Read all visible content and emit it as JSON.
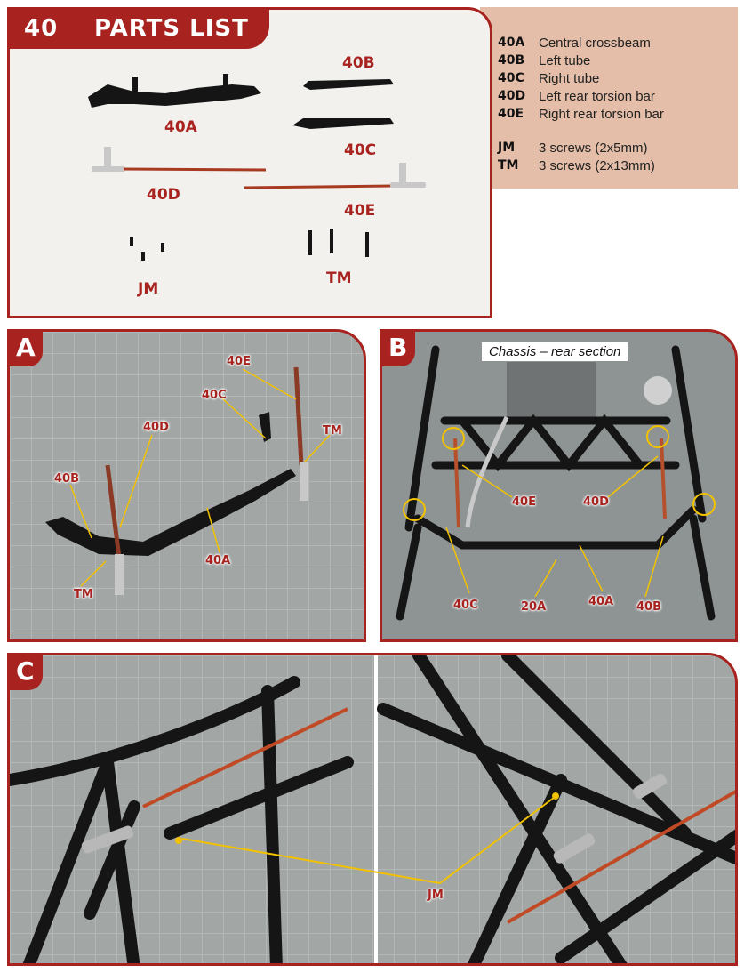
{
  "header": {
    "step_number": "40",
    "title": "PARTS LIST"
  },
  "parts_labels": {
    "a": "40A",
    "b": "40B",
    "c": "40C",
    "d": "40D",
    "e": "40E",
    "jm": "JM",
    "tm": "TM"
  },
  "legend": [
    {
      "code": "40A",
      "description": "Central crossbeam"
    },
    {
      "code": "40B",
      "description": "Left tube"
    },
    {
      "code": "40C",
      "description": "Right tube"
    },
    {
      "code": "40D",
      "description": "Left rear torsion bar"
    },
    {
      "code": "40E",
      "description": "Right rear torsion bar"
    },
    {
      "code": "JM",
      "description": "3 screws (2x5mm)"
    },
    {
      "code": "TM",
      "description": "3 screws (2x13mm)"
    }
  ],
  "step_a": {
    "letter": "A",
    "callouts": {
      "e": "40E",
      "c": "40C",
      "d": "40D",
      "tm_top": "TM",
      "b": "40B",
      "a": "40A",
      "tm_bottom": "TM"
    }
  },
  "step_b": {
    "letter": "B",
    "caption": "Chassis – rear section",
    "callouts": {
      "e": "40E",
      "d": "40D",
      "c": "40C",
      "rail": "20A",
      "a": "40A",
      "b": "40B"
    }
  },
  "step_c": {
    "letter": "C",
    "callouts": {
      "jm": "JM"
    }
  },
  "colors": {
    "accent": "#a8231f",
    "legend_bg": "#e4bea8",
    "callout_line": "#f2c200"
  }
}
